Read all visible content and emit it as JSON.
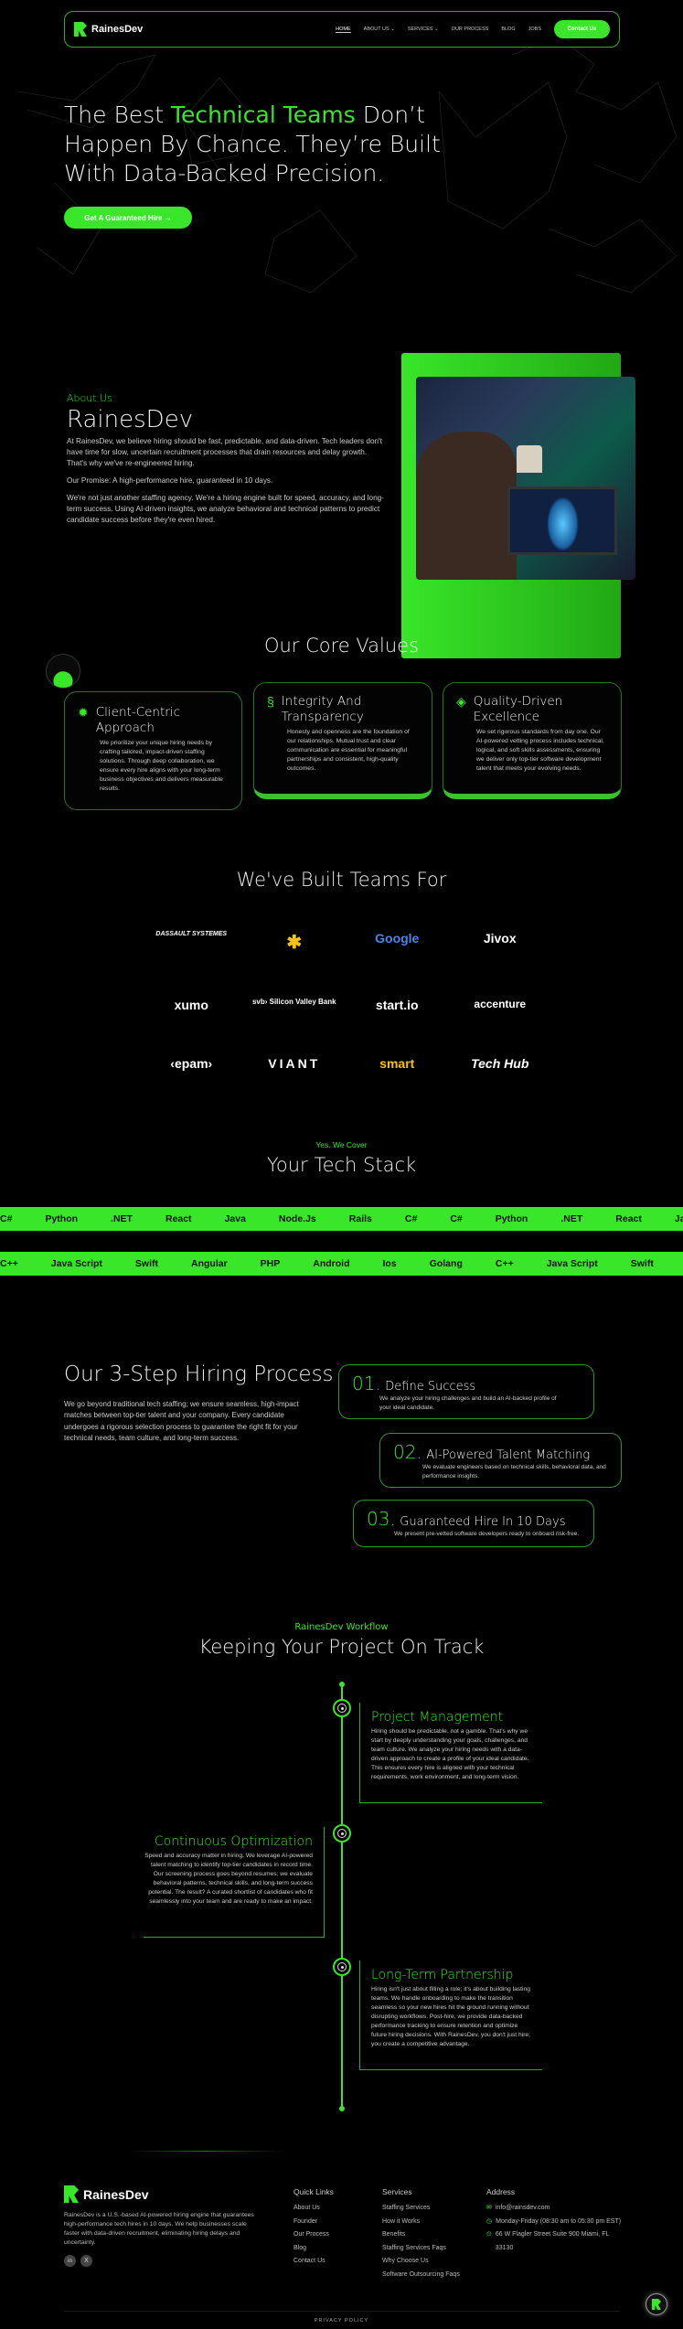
{
  "nav": {
    "brand": "RainesDev",
    "links": [
      "HOME",
      "ABOUT US ⌄",
      "SERVICES ⌄",
      "OUR PROCESS",
      "BLOG",
      "JOBS"
    ],
    "contact": "Contact Us"
  },
  "hero": {
    "line1_a": "The Best ",
    "line1_highlight": "Technical Teams",
    "line1_b": " Don’t",
    "line2": "Happen By Chance. They’re Built",
    "line3": "With Data-Backed Precision.",
    "cta": "Get A Guaranteed Hire →"
  },
  "about": {
    "eyebrow": "About Us",
    "title": "RainesDev",
    "p1": "At RainesDev, we believe hiring should be fast, predictable, and data-driven. Tech leaders don't have time for slow, uncertain recruitment processes that drain resources and delay growth. That's why we've re-engineered hiring.",
    "p2": "Our Promise: A high-performance hire, guaranteed in 10 days.",
    "p3": "We're not just another staffing agency. We're a hiring engine built for speed, accuracy, and long-term success. Using AI-driven insights, we analyze behavioral and technical patterns to predict candidate success before they're even hired."
  },
  "values": {
    "title": "Our Core Values",
    "cards": [
      {
        "title": "Client-Centric Approach",
        "text": "We prioritize your unique hiring needs by crafting tailored, impact-driven staffing solutions. Through deep collaboration, we ensure every hire aligns with your long-term business objectives and delivers measurable results."
      },
      {
        "title": "Integrity And Transparency",
        "text": "Honesty and openness are the foundation of our relationships. Mutual trust and clear communication are essential for meaningful partnerships and consistent, high-quality outcomes."
      },
      {
        "title": "Quality-Driven Excellence",
        "text": "We set rigorous standards from day one. Our AI-powered vetting process includes technical, logical, and soft skills assessments, ensuring we deliver only top-tier software development talent that meets your evolving needs."
      }
    ]
  },
  "clients": {
    "title": "We've Built Teams For",
    "logos": [
      "DASSAULT SYSTEMES",
      "✱",
      "Google",
      "Jivox",
      "xumo",
      "svb› Silicon Valley Bank",
      "start.io",
      "accenture",
      "‹epam›",
      "VIANT",
      "smart",
      "Tech Hub"
    ]
  },
  "stack": {
    "eyebrow": "Yes. We Cover",
    "title": "Your Tech Stack",
    "row1": [
      "C#",
      "Python",
      ".NET",
      "React",
      "Java",
      "Node.Js",
      "Rails",
      "C#",
      "C#",
      "Python",
      ".NET",
      "React",
      "Java",
      "Node.Js"
    ],
    "row2": [
      "C++",
      "Java Script",
      "Swift",
      "Angular",
      "PHP",
      "Android",
      "Ios",
      "Golang",
      "C++",
      "Java Script",
      "Swift",
      "Angular",
      "PHP"
    ]
  },
  "process": {
    "title": "Our 3-Step Hiring Process",
    "text": "We go beyond traditional tech staffing; we ensure seamless, high-impact matches between top-tier talent and your company. Every candidate undergoes a rigorous selection process to guarantee the right fit for your technical needs, team culture, and long-term success.",
    "steps": [
      {
        "num": "01.",
        "title": "Define Success",
        "text": "We analyze your hiring challenges and build an AI-backed profile of your ideal candidate."
      },
      {
        "num": "02.",
        "title": "AI-Powered Talent Matching",
        "text": "We evaluate engineers based on technical skills, behavioral data, and performance insights."
      },
      {
        "num": "03.",
        "title": "Guaranteed Hire In 10 Days",
        "text": "We present pre-vetted software developers ready to onboard risk-free."
      }
    ]
  },
  "workflow": {
    "eyebrow": "RainesDev Workflow",
    "title": "Keeping Your Project On Track",
    "items": [
      {
        "title": "Project Management",
        "text": "Hiring should be predictable, not a gamble. That's why we start by deeply understanding your goals, challenges, and team culture. We analyze your hiring needs with a data-driven approach to create a profile of your ideal candidate. This ensures every hire is aligned with your technical requirements, work environment, and long-term vision."
      },
      {
        "title": "Continuous Optimization",
        "text": "Speed and accuracy matter in hiring. We leverage AI-powered talent matching to identify top-tier candidates in record time. Our screening process goes beyond resumes; we evaluate behavioral patterns, technical skills, and long-term success potential. The result? A curated shortlist of candidates who fit seamlessly into your team and are ready to make an impact."
      },
      {
        "title": "Long-Term Partnership",
        "text": "Hiring isn't just about filling a role; it's about building lasting teams. We handle onboarding to make the transition seamless so your new hires hit the ground running without disrupting workflows. Post-hire, we provide data-backed performance tracking to ensure retention and optimize future hiring decisions. With RainesDev, you don't just hire; you create a competitive advantage."
      }
    ]
  },
  "footer": {
    "brand": "RainesDev",
    "about": "RainesDev is a U.S.-based AI-powered hiring engine that guarantees high-performance tech hires in 10 days. We help businesses scale faster with data-driven recruitment, eliminating hiring delays and uncertainty.",
    "quick_title": "Quick Links",
    "quick": [
      "About Us",
      "Founder",
      "Our Process",
      "Blog",
      "Contact Us"
    ],
    "services_title": "Services",
    "services": [
      "Staffing Services",
      "How it Works",
      "Benefits",
      "Staffing Services Faqs",
      "Why Choose Us",
      "Software Outsourcing Faqs"
    ],
    "address_title": "Address",
    "email": "info@rainsdev.com",
    "hours": "Monday-Friday (08:30 am to 05:30 pm EST)",
    "address": "66 W Flagler Street Suite 900 Miami, FL 33130",
    "privacy": "PRIVACY POLICY",
    "social": [
      "in",
      "X"
    ]
  }
}
